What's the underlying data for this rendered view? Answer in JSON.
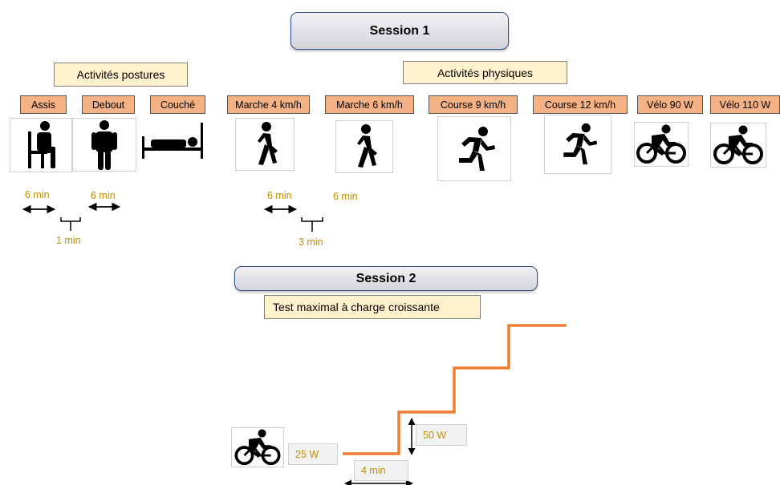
{
  "session1": {
    "title": "Session 1"
  },
  "session2": {
    "title": "Session 2"
  },
  "groups": {
    "postures": "Activités postures",
    "physiques": "Activités physiques",
    "test": "Test maximal à charge croissante"
  },
  "activities": [
    {
      "label": "Assis",
      "icon": "sitting-person-icon"
    },
    {
      "label": "Debout",
      "icon": "standing-person-icon"
    },
    {
      "label": "Couché",
      "icon": "lying-person-icon"
    },
    {
      "label": "Marche 4 km/h",
      "icon": "walking-icon"
    },
    {
      "label": "Marche 6 km/h",
      "icon": "walking-icon"
    },
    {
      "label": "Course 9 km/h",
      "icon": "running-icon"
    },
    {
      "label": "Course 12 km/h",
      "icon": "running-icon"
    },
    {
      "label": "Vélo 90 W",
      "icon": "cycling-icon"
    },
    {
      "label": "Vélo 110 W",
      "icon": "cycling-icon"
    }
  ],
  "timing": {
    "postures_a": "6 min",
    "postures_b": "6 min",
    "postures_rest": "1 min",
    "marche_a": "6 min",
    "marche_b": "6 min",
    "marche_rest": "3 min"
  },
  "stairs": {
    "start_power": "25 W",
    "step_increment": "50 W",
    "step_duration": "4 min",
    "line_color": "#ed7d31",
    "icon": "cycling-icon"
  }
}
